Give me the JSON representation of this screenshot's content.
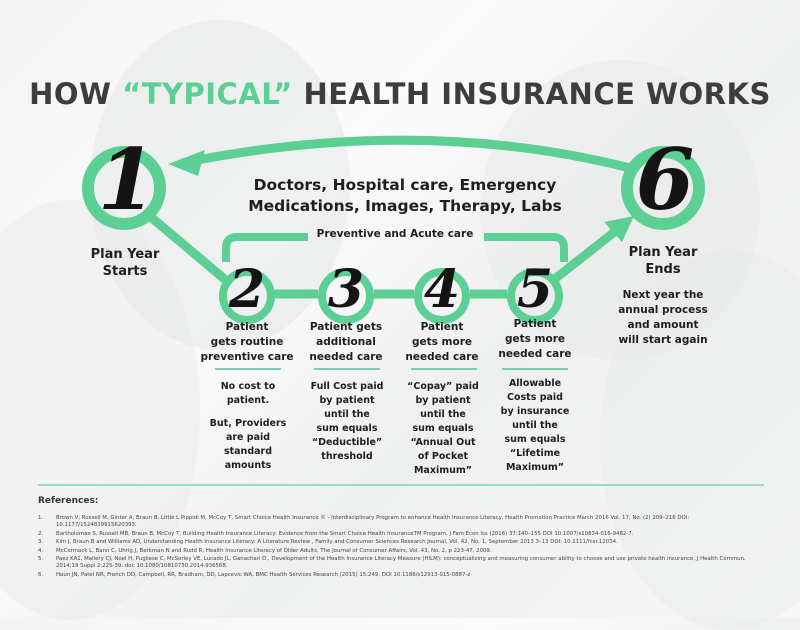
{
  "colors": {
    "accent": "#5ccf94",
    "title_dark": "#3d3d3f",
    "text": "#1e1e1e"
  },
  "title": {
    "prefix": "HOW ",
    "accent": "“TYPICAL”",
    "suffix": " HEALTH INSURANCE WORKS"
  },
  "services": {
    "line1": "Doctors, Hospital care, Emergency",
    "line2": "Medications, Images, Therapy, Labs"
  },
  "bracket_label": "Preventive and Acute care",
  "start": {
    "number": "1",
    "label_line1": "Plan Year",
    "label_line2": "Starts"
  },
  "end": {
    "number": "6",
    "label_line1": "Plan Year",
    "label_line2": "Ends",
    "note": [
      "Next year the",
      "annual process",
      "and amount",
      "will start again"
    ]
  },
  "steps": [
    {
      "number": "2",
      "label": [
        "Patient",
        "gets routine",
        "preventive care"
      ],
      "desc": [
        [
          "No cost to",
          "patient."
        ],
        [
          "But, Providers",
          "are paid",
          "standard",
          "amounts"
        ]
      ]
    },
    {
      "number": "3",
      "label": [
        "Patient gets",
        "additional",
        "needed care"
      ],
      "desc": [
        [
          "Full Cost paid",
          "by patient",
          "until the",
          "sum equals",
          "“Deductible”",
          "threshold"
        ]
      ]
    },
    {
      "number": "4",
      "label": [
        "Patient",
        "gets more",
        "needed care"
      ],
      "desc": [
        [
          "“Copay” paid",
          "by patient",
          "until the",
          "sum equals",
          "“Annual Out",
          "of Pocket",
          "Maximum”"
        ]
      ]
    },
    {
      "number": "5",
      "label": [
        "Patient",
        "gets more",
        "needed care"
      ],
      "desc": [
        [
          "Allowable",
          "Costs paid",
          "by insurance",
          "until the",
          "sum equals",
          "“Lifetime",
          "Maximum”"
        ]
      ]
    }
  ],
  "references": {
    "heading": "References:",
    "items": [
      {
        "n": "1.",
        "text": "Brown V, Russell M, Ginter A, Braun B, Little L Pippidi M, McCoy T, Smart Choice Health Insurance © - Interdisciplinary Program to enhance Health Insurance Literacy, Health Promotion Practice March 2016 Vol. 17, No. (2) 209–216 DOI: 10.1177/1524839915620393."
      },
      {
        "n": "2.",
        "text": "Bartholomae S, Russell MB, Braun B, McCoy T, Building Health Insurance Literacy: Evidence from the Smart Choice Health InsuranceTM Program, J Fam Econ Iss (2016) 37:140–155 DOI 10.1007/s10834-016-9482-7."
      },
      {
        "n": "3.",
        "text": "Kim J, Braun B and Williams AD, Understanding Health Insurance Literacy: A Literature Review , Family and Consumer Sciences Research Journal, Vol. 42, No. 1, September 2013 3–13 DOI: 10.1111/fcsr.12034."
      },
      {
        "n": "4.",
        "text": "McCormack L, Bann C, Uhrig J, Berkman N and Rudd R, Health Insurance Literacy of Older Adults, The Journal of Consumer Affairs, Vol. 43, No. 2, p 223-47, 2009."
      },
      {
        "n": "5.",
        "text": "Paez KA1, Mallery CJ, Noel H, Pugliese C, McSorley VE, Lucado JL, Ganachari D., Development of the Health Insurance Literacy Measure (HILM): conceptualizing and measuring consumer ability to choose and use private health insurance, J Health Commun. 2014;19 Suppl 2:225-39. doi: 10.1080/10810730.2014.936568."
      },
      {
        "n": "6.",
        "text": "Haun JN, Patel NR, French DD, Campbell, RR, Bradham, DD, Lapcevic WA, BMC Health Services Research (2015) 15:249, DOI 10.1186/s12913-015-0887-z"
      }
    ]
  }
}
